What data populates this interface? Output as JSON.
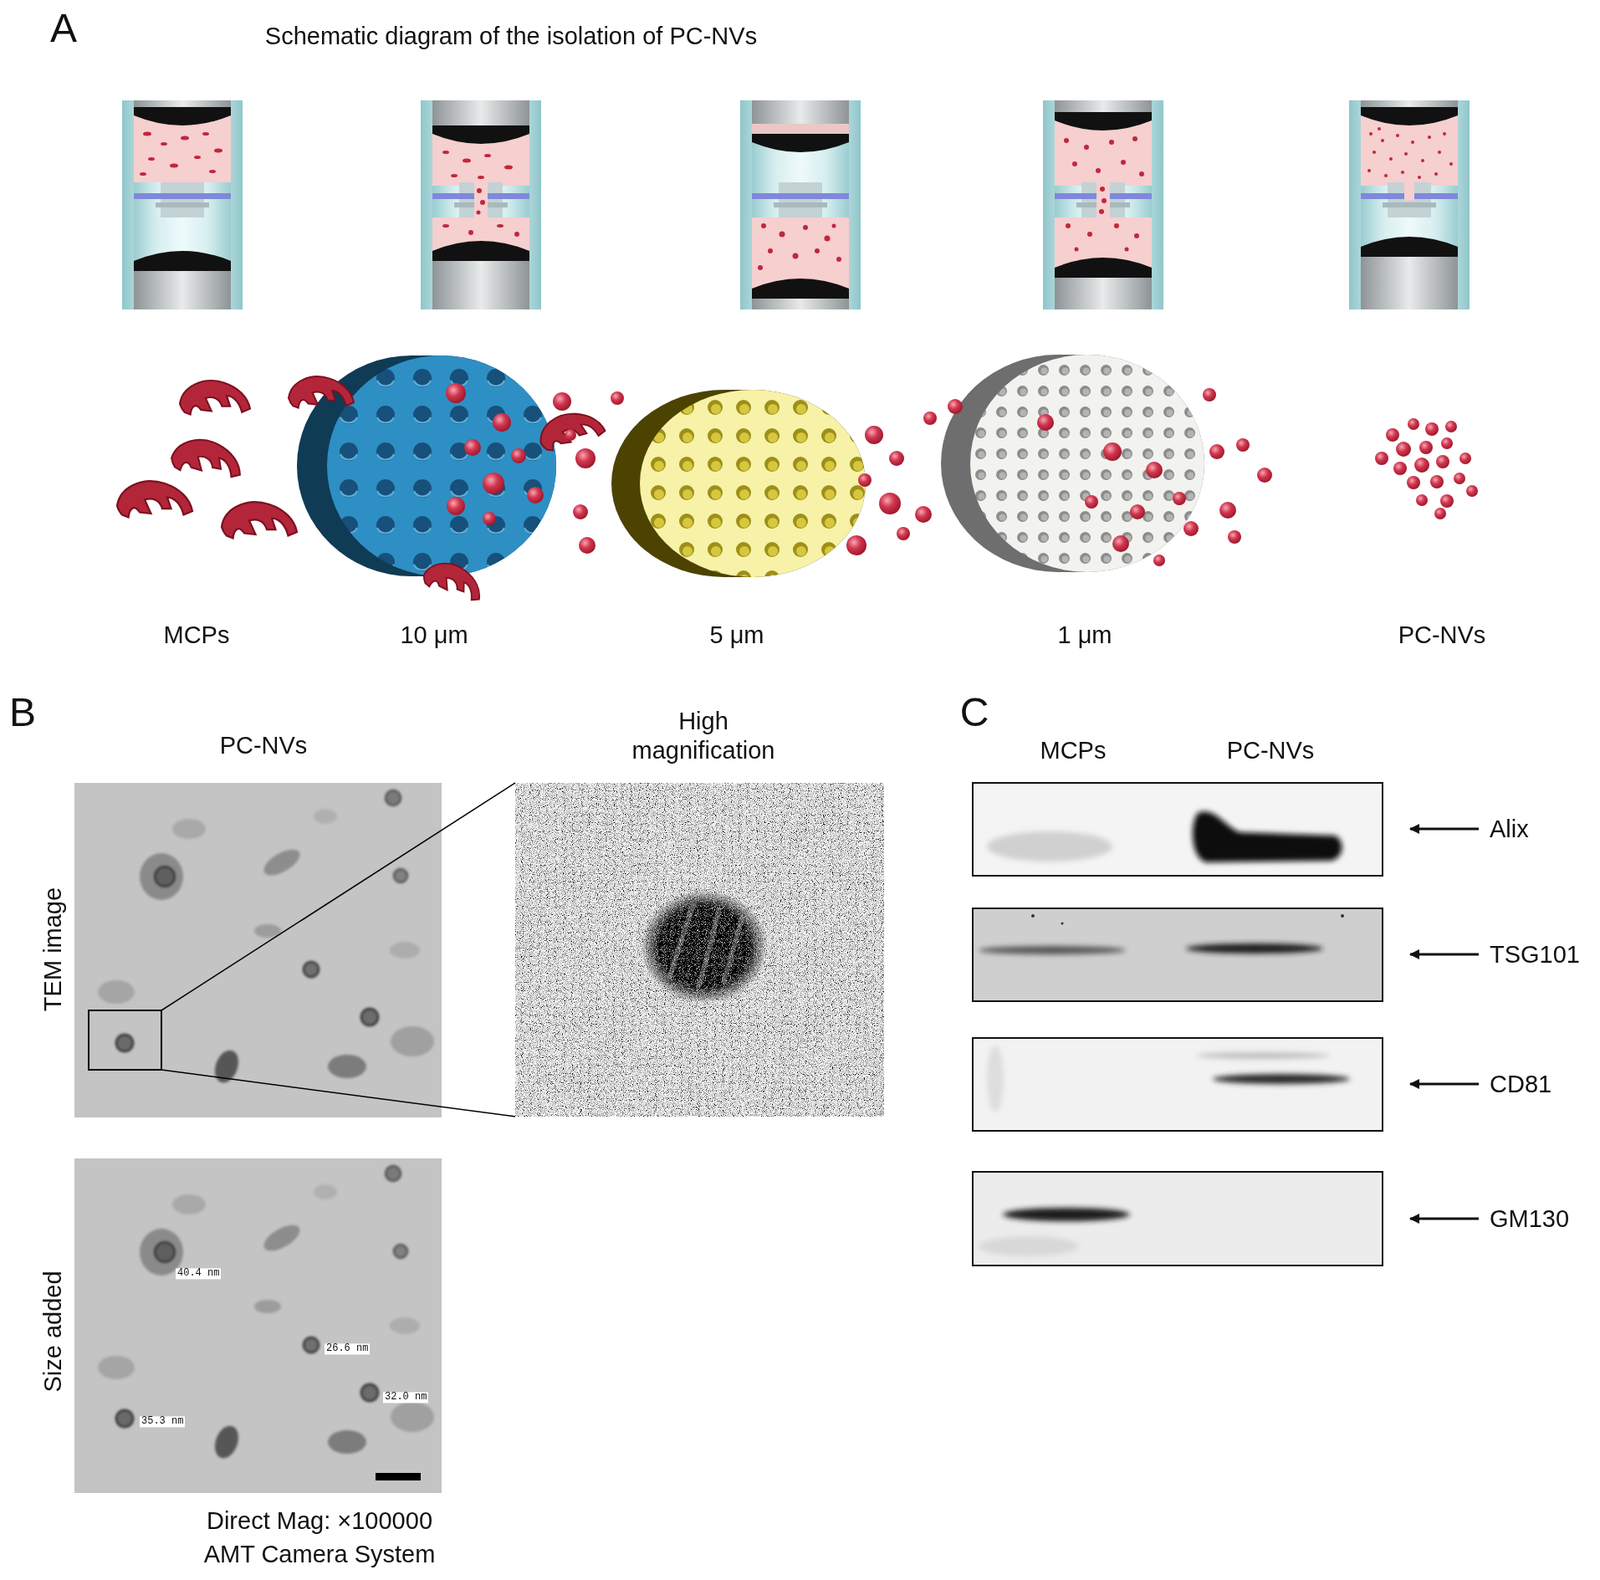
{
  "diagram": {
    "labels": [
      "A",
      "Schematic diagram of the isolation of PC-NVs",
      "MCPs",
      "10 μm",
      "5 μm",
      "1 μm",
      "PC-NVs",
      "B",
      "PC-NVs",
      "High magnification",
      "TEM image",
      "Size added",
      "40.4 nm",
      "26.6 nm",
      "32.0 nm",
      "35.3 nm",
      "Direct Mag: ×100000",
      "AMT Camera System",
      "C",
      "MCPs",
      "PC-NVs",
      "Alix",
      "TSG101",
      "CD81",
      "GM130"
    ]
  }
}
